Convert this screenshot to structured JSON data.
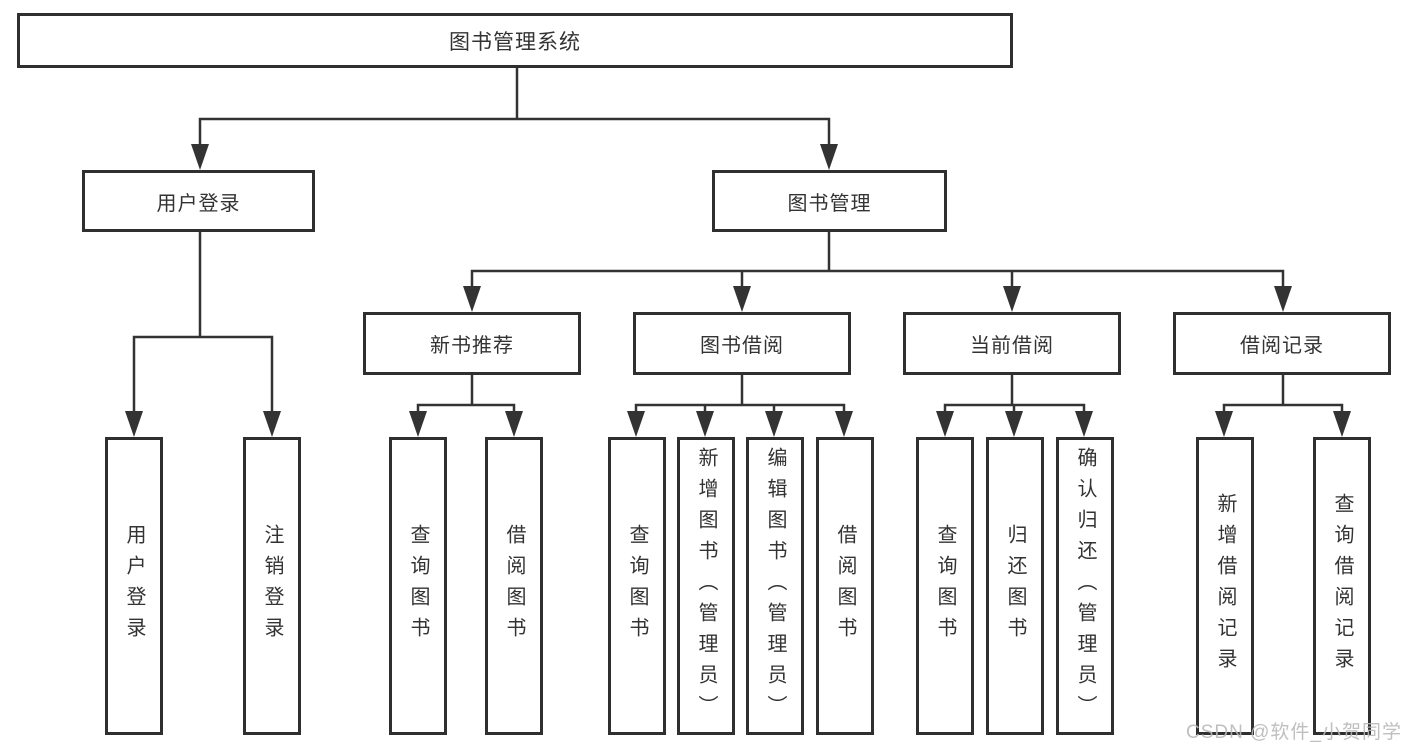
{
  "diagram": {
    "root": "图书管理系统",
    "user_login": {
      "label": "用户登录",
      "children": [
        "用户登录",
        "注销登录"
      ]
    },
    "book_mgmt": {
      "label": "图书管理",
      "groups": [
        {
          "label": "新书推荐",
          "children": [
            "查询图书",
            "借阅图书"
          ]
        },
        {
          "label": "图书借阅",
          "children": [
            "查询图书",
            "新增图书（管理员）",
            "编辑图书（管理员）",
            "借阅图书"
          ]
        },
        {
          "label": "当前借阅",
          "children": [
            "查询图书",
            "归还图书",
            "确认归还（管理员）"
          ]
        },
        {
          "label": "借阅记录",
          "children": [
            "新增借阅记录",
            "查询借阅记录"
          ]
        }
      ]
    }
  },
  "watermark": "CSDN @软件_小贺同学",
  "colors": {
    "line": "#333333",
    "box_border": "#2f2f2f",
    "text": "#333333",
    "watermark": "#b9b9b9"
  }
}
